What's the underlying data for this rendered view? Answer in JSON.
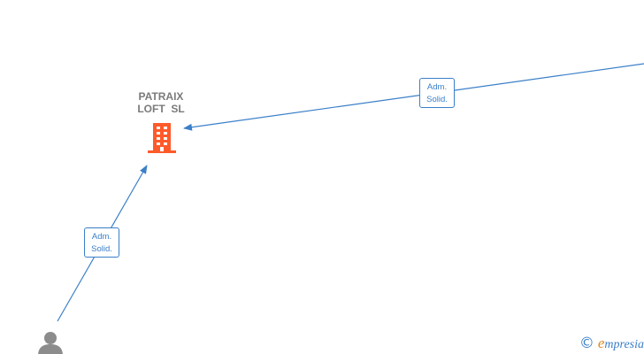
{
  "company": {
    "name_line1": "PATRAIX",
    "name_line2": "LOFT  SL",
    "icon": "building-icon",
    "icon_color": "#ff5a2a"
  },
  "relations": [
    {
      "line1": "Adm.",
      "line2": "Solid."
    },
    {
      "line1": "Adm.",
      "line2": "Solid."
    }
  ],
  "person": {
    "icon": "person-icon",
    "icon_color": "#8c8c8c"
  },
  "footer": {
    "copyright_symbol": "©",
    "brand_first_letter": "e",
    "brand_rest": "mpresia"
  },
  "colors": {
    "edge": "#3a7fc8",
    "label_text": "#7a7a7a"
  }
}
